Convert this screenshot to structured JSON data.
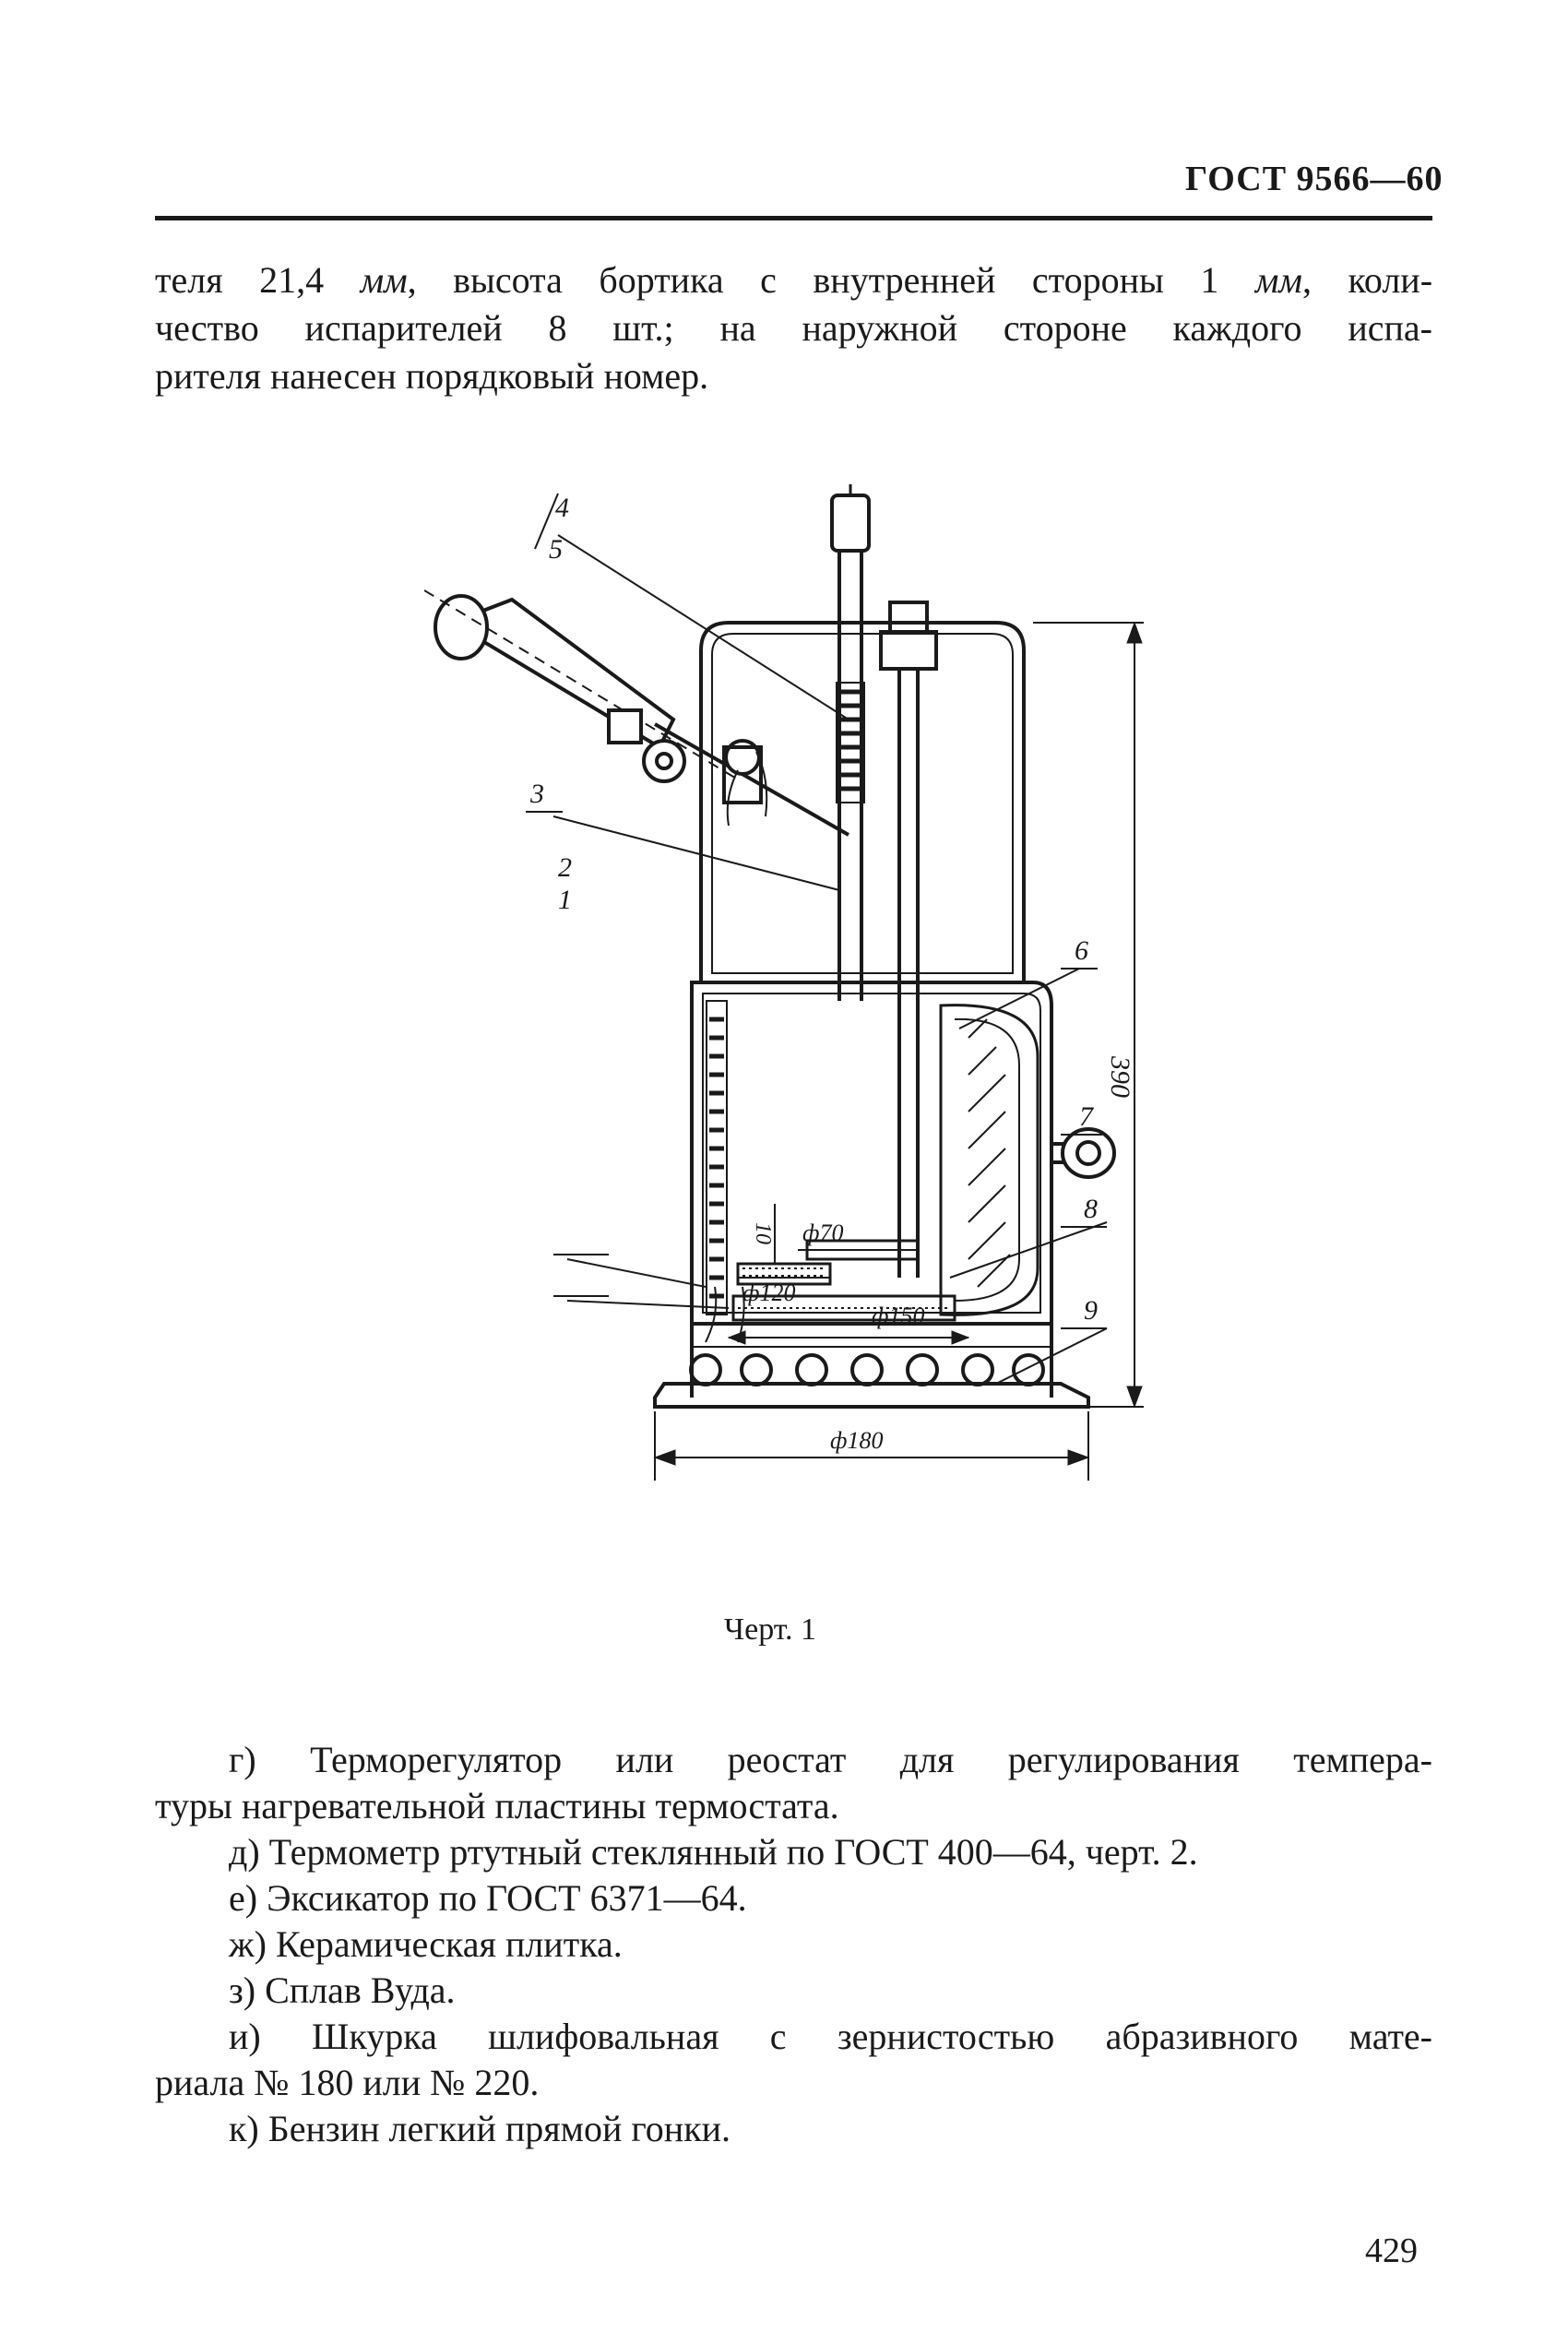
{
  "header": {
    "standard": "ГОСТ 9566—60"
  },
  "intro": {
    "line1_a": "теля 21,4 ",
    "line1_unit1": "мм",
    "line1_b": ", высота  бортика с внутренней  стороны 1 ",
    "line1_unit2": "мм",
    "line1_c": ", коли-",
    "line2": "чество испарителей 8 шт.; на наружной  стороне  каждого  испа-",
    "line3": "рителя нанесен порядковый номер."
  },
  "figure": {
    "callouts": [
      "1",
      "2",
      "3",
      "4",
      "5",
      "6",
      "7",
      "8",
      "9"
    ],
    "dimensions": {
      "height": "390",
      "d70": "ф70",
      "d120": "ф120",
      "d150": "ф150",
      "d180": "ф180",
      "h10": "10"
    },
    "caption": "Черт. 1"
  },
  "items": [
    {
      "line1": "г) Терморегулятор  или  реостат  для  регулирования  темпера-",
      "line2": "туры нагревательной пластины термостата."
    },
    {
      "line1": "д) Термометр ртутный стеклянный по  ГОСТ 400—64,  черт. 2."
    },
    {
      "line1": "е) Эксикатор по ГОСТ 6371—64."
    },
    {
      "line1": "ж) Керамическая плитка."
    },
    {
      "line1": "з) Сплав Вуда."
    },
    {
      "line1": "и) Шкурка шлифовальная с зернистостью  абразивного  мате-",
      "line2": "риала № 180 или № 220."
    },
    {
      "line1": "к) Бензин легкий прямой гонки."
    }
  ],
  "page_number": "429"
}
